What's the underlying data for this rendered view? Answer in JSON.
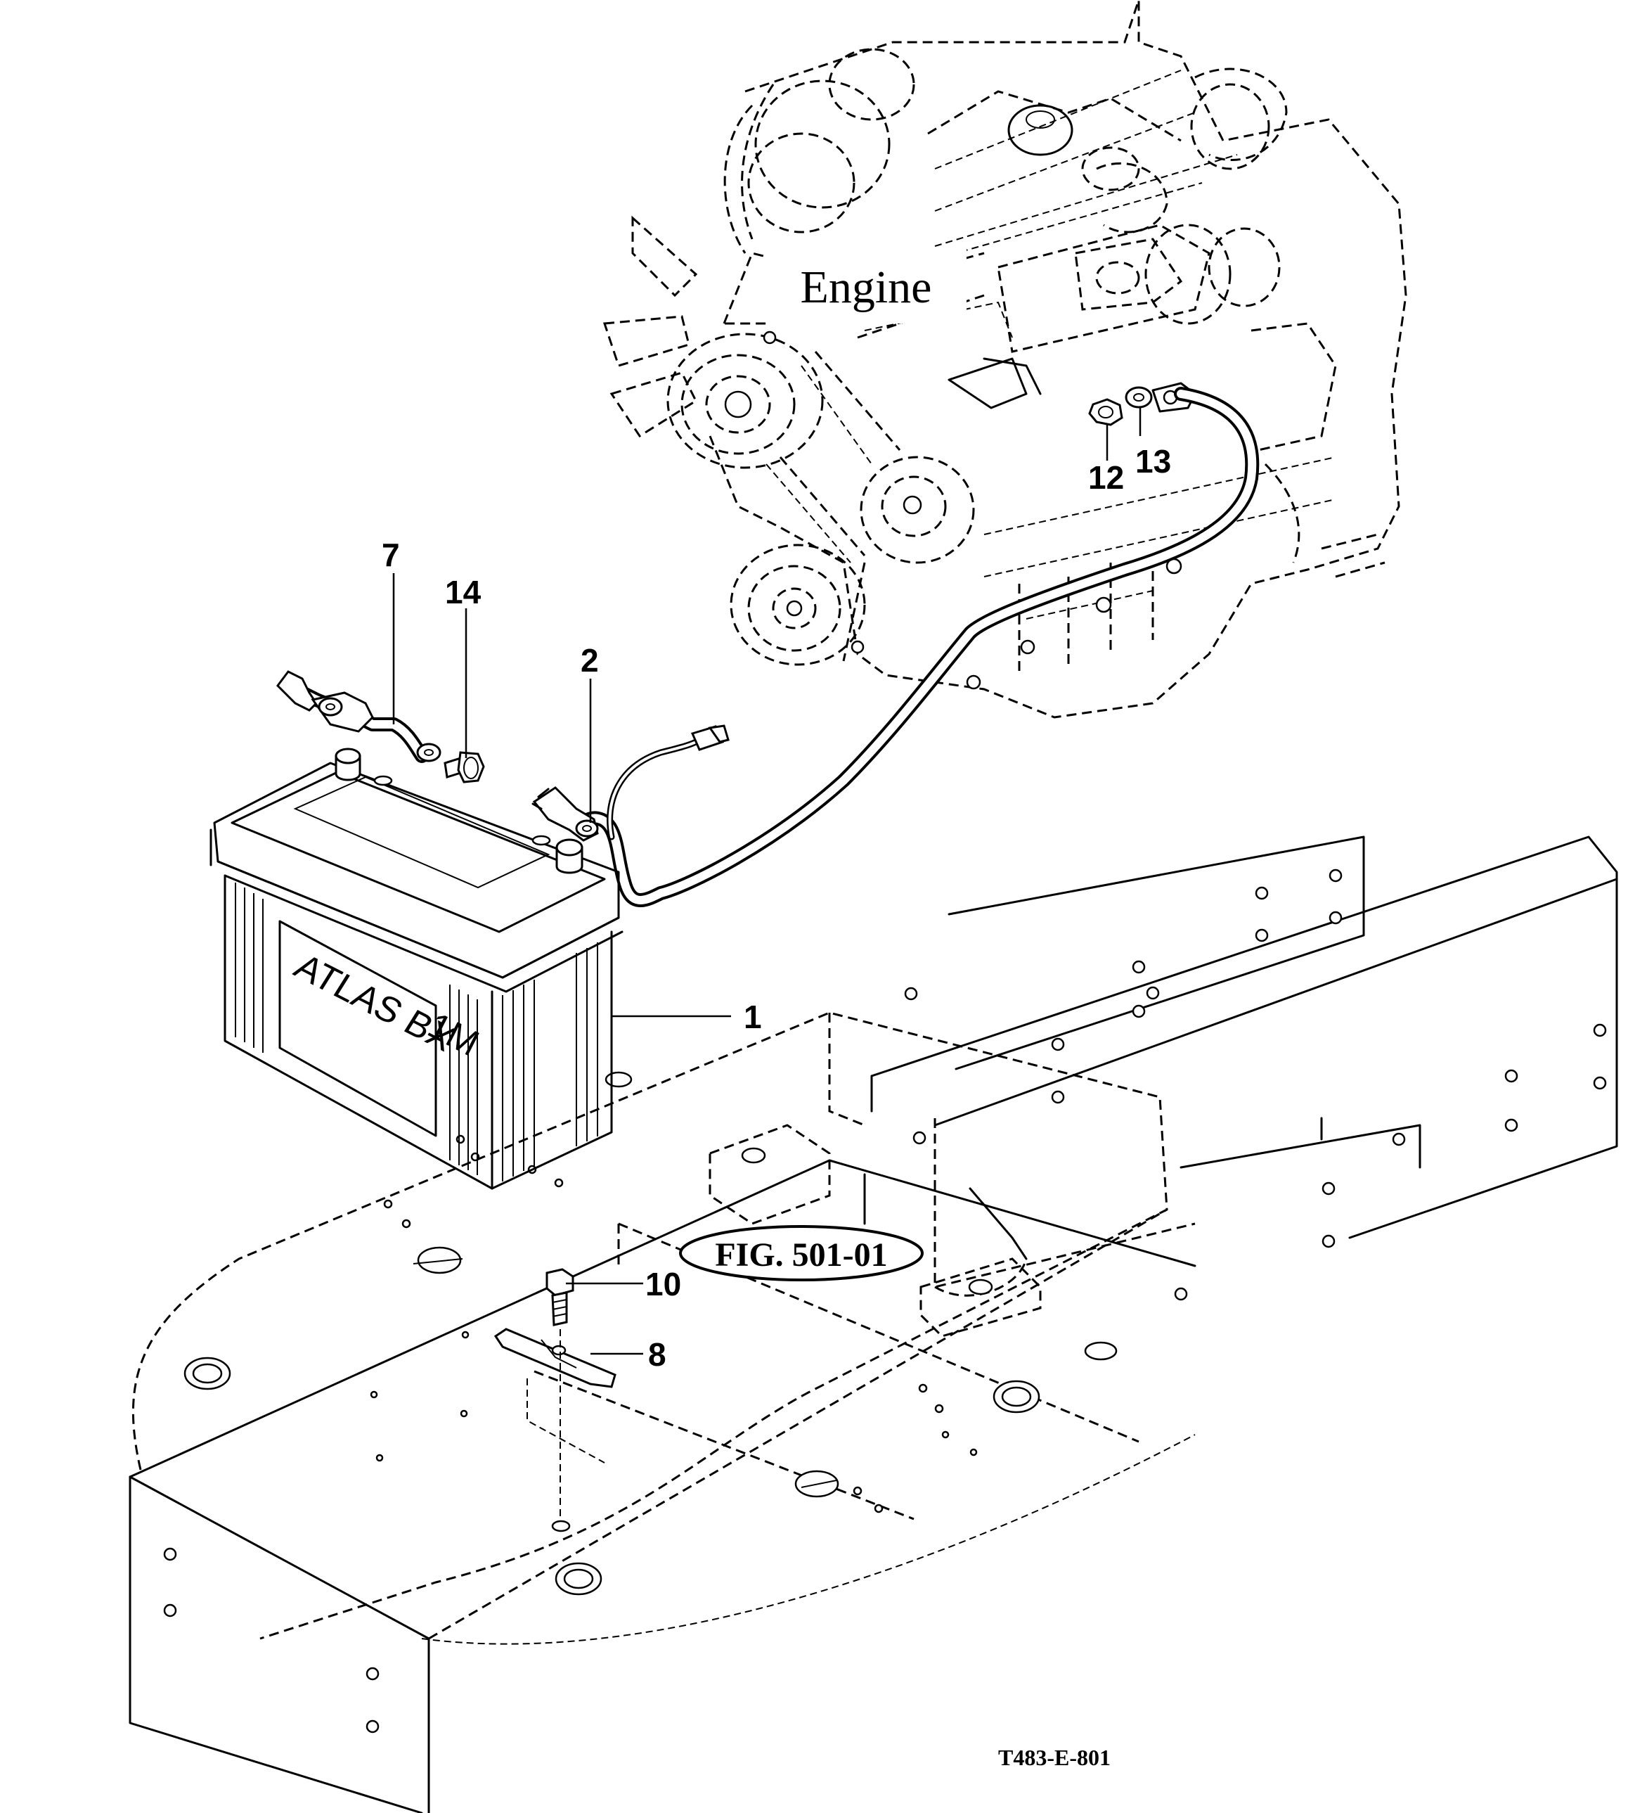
{
  "engine_label": "Engine",
  "figure_ref": "FIG. 501-01",
  "drawing_code": "T483-E-801",
  "battery_brand": "ATLAS BX",
  "battery_brand_suffix": "1M",
  "callouts": {
    "c1": "1",
    "c2": "2",
    "c7": "7",
    "c8": "8",
    "c10": "10",
    "c12": "12",
    "c13": "13",
    "c14": "14"
  }
}
